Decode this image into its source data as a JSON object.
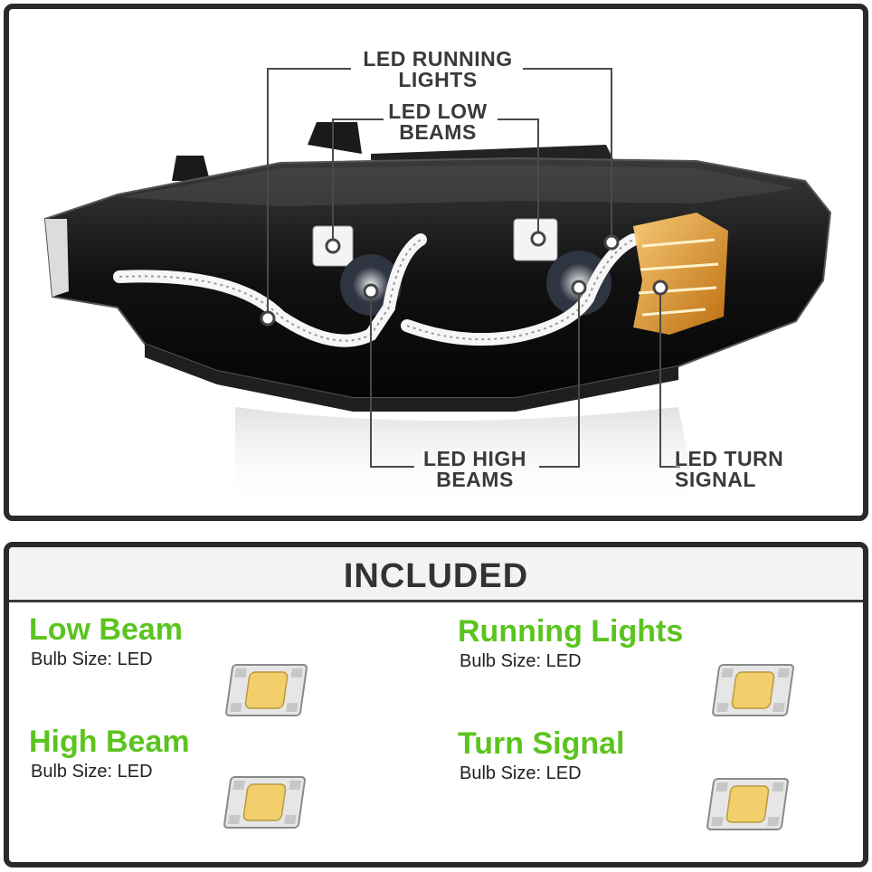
{
  "diagram": {
    "callouts": {
      "running_lights": [
        "LED RUNNING",
        "LIGHTS"
      ],
      "low_beams": [
        "LED LOW",
        "BEAMS"
      ],
      "high_beams": [
        "LED HIGH",
        "BEAMS"
      ],
      "turn_signal": [
        "LED TURN",
        "SIGNAL"
      ]
    }
  },
  "included": {
    "title": "INCLUDED",
    "items": [
      {
        "name": "Low Beam",
        "bulb_size": "Bulb Size: LED"
      },
      {
        "name": "Running Lights",
        "bulb_size": "Bulb Size: LED"
      },
      {
        "name": "High Beam",
        "bulb_size": "Bulb Size: LED"
      },
      {
        "name": "Turn Signal",
        "bulb_size": "Bulb Size: LED"
      }
    ]
  },
  "colors": {
    "accent_green": "#5bc41e",
    "frame": "#2a2a2a",
    "led_chip": "#f2cf6a",
    "turn_amber": "#e89a1e"
  }
}
